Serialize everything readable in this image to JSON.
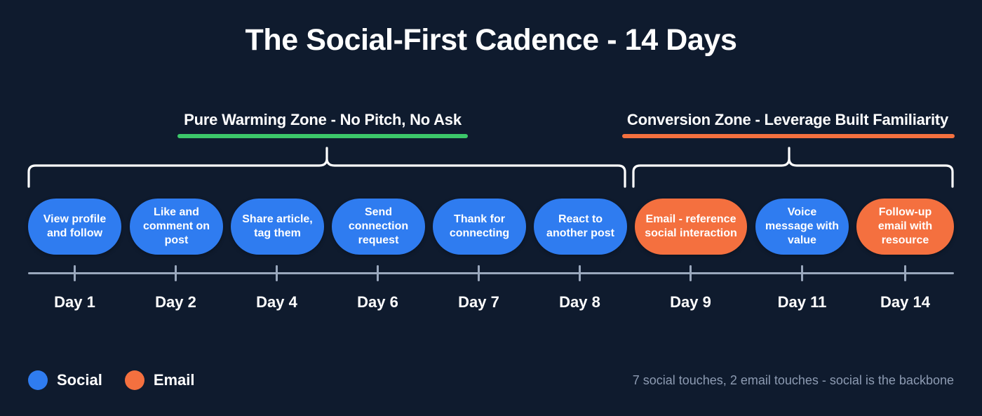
{
  "title": "The Social-First Cadence - 14 Days",
  "colors": {
    "background": "#0f1b2e",
    "social": "#2f7cf0",
    "email": "#f4703f",
    "warming_rule": "#3cc76a",
    "conversion_rule": "#f4703f",
    "axis": "#9aa8bd",
    "brace": "#ffffff",
    "footnote": "#8d9bb2"
  },
  "zones": [
    {
      "id": "warming",
      "label": "Pure Warming Zone - No Pitch, No Ask",
      "rule_color": "#3cc76a",
      "covers_steps": [
        0,
        1,
        2,
        3,
        4,
        5
      ]
    },
    {
      "id": "conversion",
      "label": "Conversion Zone - Leverage Built Familiarity",
      "rule_color": "#f4703f",
      "covers_steps": [
        6,
        7,
        8
      ]
    }
  ],
  "steps": [
    {
      "day": "Day 1",
      "label": "View profile and follow",
      "type": "social"
    },
    {
      "day": "Day 2",
      "label": "Like and comment on post",
      "type": "social"
    },
    {
      "day": "Day 4",
      "label": "Share article, tag them",
      "type": "social"
    },
    {
      "day": "Day 6",
      "label": "Send connection request",
      "type": "social"
    },
    {
      "day": "Day 7",
      "label": "Thank for connecting",
      "type": "social"
    },
    {
      "day": "Day 8",
      "label": "React to another post",
      "type": "social"
    },
    {
      "day": "Day 9",
      "label": "Email - reference social interaction",
      "type": "email"
    },
    {
      "day": "Day 11",
      "label": "Voice message with value",
      "type": "social"
    },
    {
      "day": "Day 14",
      "label": "Follow-up email with resource",
      "type": "email"
    }
  ],
  "legend": [
    {
      "label": "Social",
      "type": "social"
    },
    {
      "label": "Email",
      "type": "email"
    }
  ],
  "footnote": "7 social touches, 2 email touches - social is the backbone"
}
